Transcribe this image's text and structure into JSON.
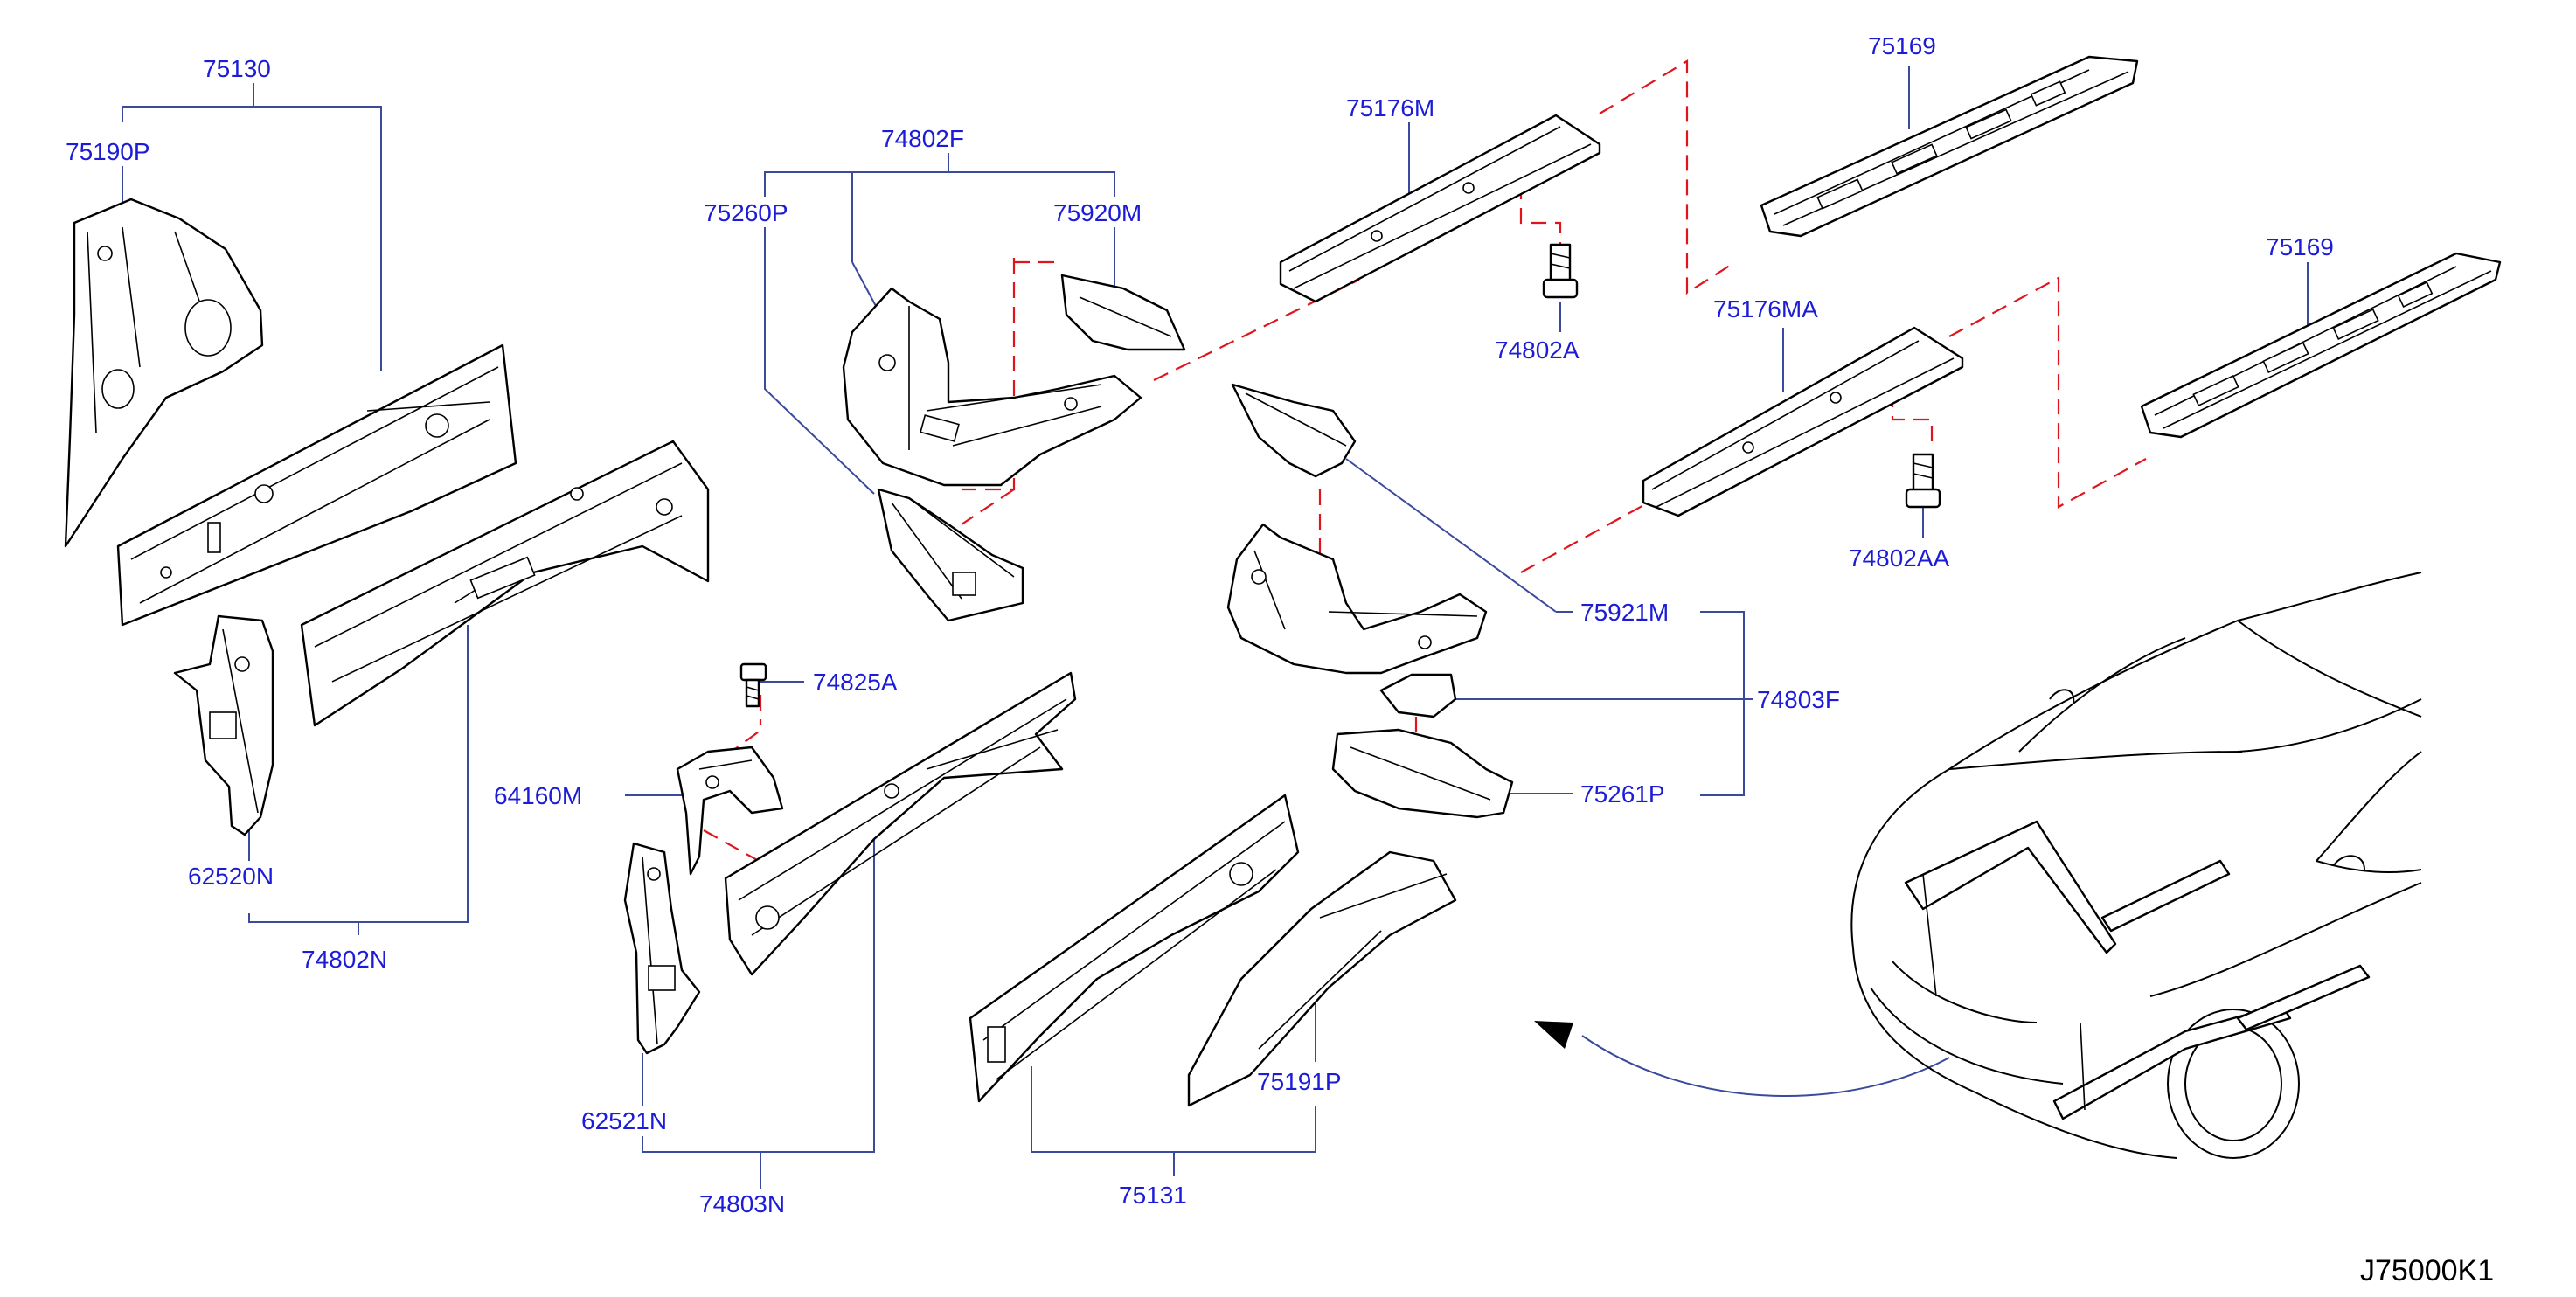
{
  "diagram_code": "J75000K1",
  "labels": {
    "l75130": "75130",
    "l75190P": "75190P",
    "l62520N": "62520N",
    "l74802N": "74802N",
    "l74802F": "74802F",
    "l75260P": "75260P",
    "l75920M": "75920M",
    "l74825A": "74825A",
    "l64160M": "64160M",
    "l62521N": "62521N",
    "l74803N": "74803N",
    "l75176M": "75176M",
    "l74802A": "74802A",
    "l75169a": "75169",
    "l75176MA": "75176MA",
    "l75169b": "75169",
    "l74802AA": "74802AA",
    "l75921M": "75921M",
    "l74803F": "74803F",
    "l75261P": "75261P",
    "l75131": "75131",
    "l75191P": "75191P"
  },
  "colors": {
    "label_text": "#1c1cd8",
    "leader_line": "#3a4a9c",
    "dashed_connector": "#e0141c",
    "part_outline": "#000000",
    "background": "#ffffff"
  }
}
